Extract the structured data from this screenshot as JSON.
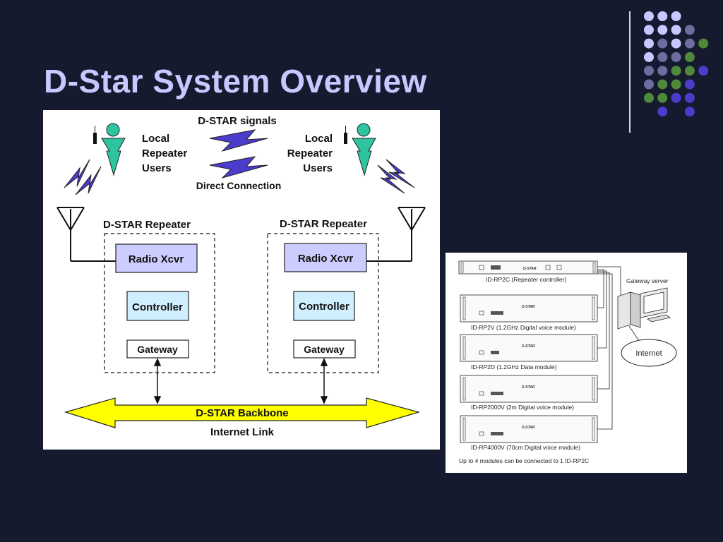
{
  "slide": {
    "title": "D-Star System Overview"
  },
  "colors": {
    "background": "#161a2e",
    "title": "#c7c8ff",
    "lavender": "#c7c8ff",
    "slate": "#6d6e9e",
    "green": "#4f8a3b",
    "purple": "#4b3ccc"
  },
  "left_diagram": {
    "signals_label": "D-STAR signals",
    "direct_connection": "Direct Connection",
    "users_left": [
      "Local",
      "Repeater",
      "Users"
    ],
    "users_right": [
      "Local",
      "Repeater",
      "Users"
    ],
    "repeater_left": {
      "title": "D-STAR Repeater",
      "radio": "Radio Xcvr",
      "controller": "Controller",
      "gateway": "Gateway"
    },
    "repeater_right": {
      "title": "D-STAR Repeater",
      "radio": "Radio Xcvr",
      "controller": "Controller",
      "gateway": "Gateway"
    },
    "backbone": "D-STAR Backbone",
    "internet_link": "Internet Link"
  },
  "right_diagram": {
    "controller": "ID-RP2C (Repeater controller)",
    "modules": [
      "ID-RP2V (1.2GHz Digital voice module)",
      "ID-RP2D (1.2GHz Data module)",
      "ID-RP2000V (2m Digital voice module)",
      "ID-RP4000V (70cm Digital voice module)"
    ],
    "gateway_server": "Gateway server",
    "internet": "Internet",
    "footnote": "Up to 4 modules can be connected to 1 ID-RP2C",
    "brand": "D-STAR"
  }
}
